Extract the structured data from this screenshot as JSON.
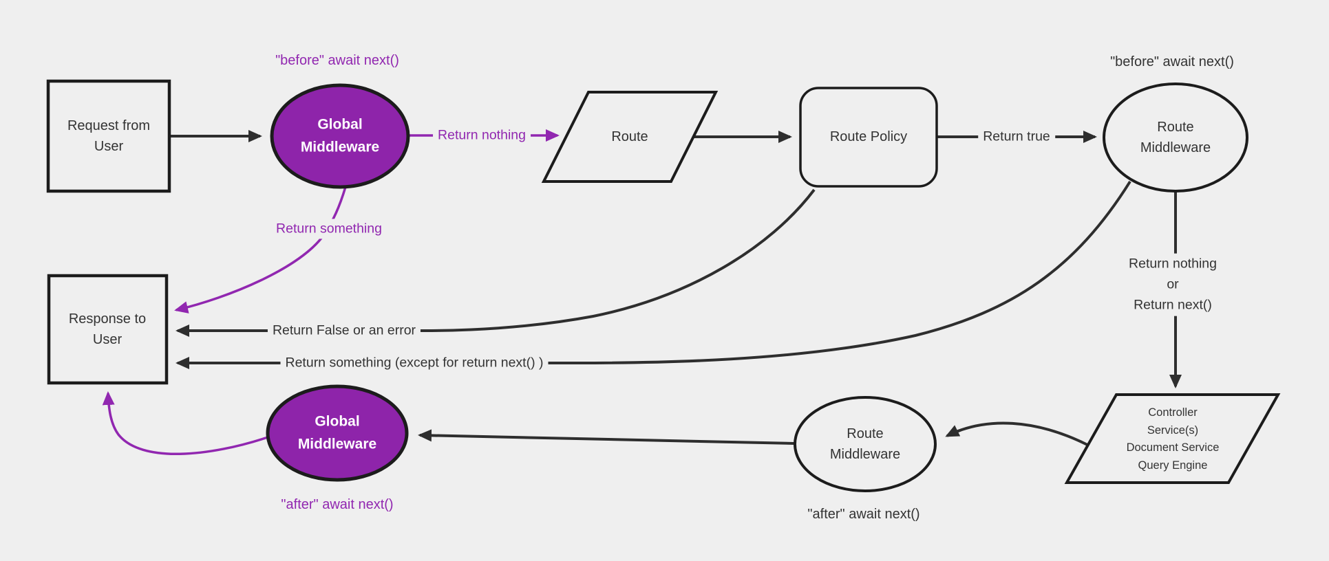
{
  "diagram": {
    "title_hint": "Middleware request/response flow",
    "colors": {
      "background": "#efefef",
      "purple_fill": "#8e24aa",
      "purple_line": "#9127b0",
      "dark_line": "#2e2e2e",
      "node_stroke": "#1c1c1c",
      "text": "#333333",
      "purple_node_text": "#ffffff"
    },
    "nodes": {
      "request": "Request from\nUser",
      "global_middleware_top": "Global\nMiddleware",
      "route": "Route",
      "route_policy": "Route Policy",
      "route_middleware_top": "Route\nMiddleware",
      "controller": "Controller\nService(s)\nDocument Service\nQuery Engine",
      "route_middleware_bottom": "Route\nMiddleware",
      "global_middleware_bottom": "Global\nMiddleware",
      "response": "Response to\nUser"
    },
    "annotations": {
      "before_global": "\"before\" await next()",
      "before_route_middleware": "\"before\" await next()",
      "after_route_middleware": "\"after\" await next()",
      "after_global": "\"after\" await next()"
    },
    "edge_labels": {
      "return_nothing": "Return nothing",
      "return_true": "Return true",
      "return_nothing_or_next": "Return nothing\nor\nReturn next()",
      "return_something": "Return something",
      "return_false_or_error": "Return False or an error",
      "return_something_except": "Return something (except for return next() )"
    }
  }
}
